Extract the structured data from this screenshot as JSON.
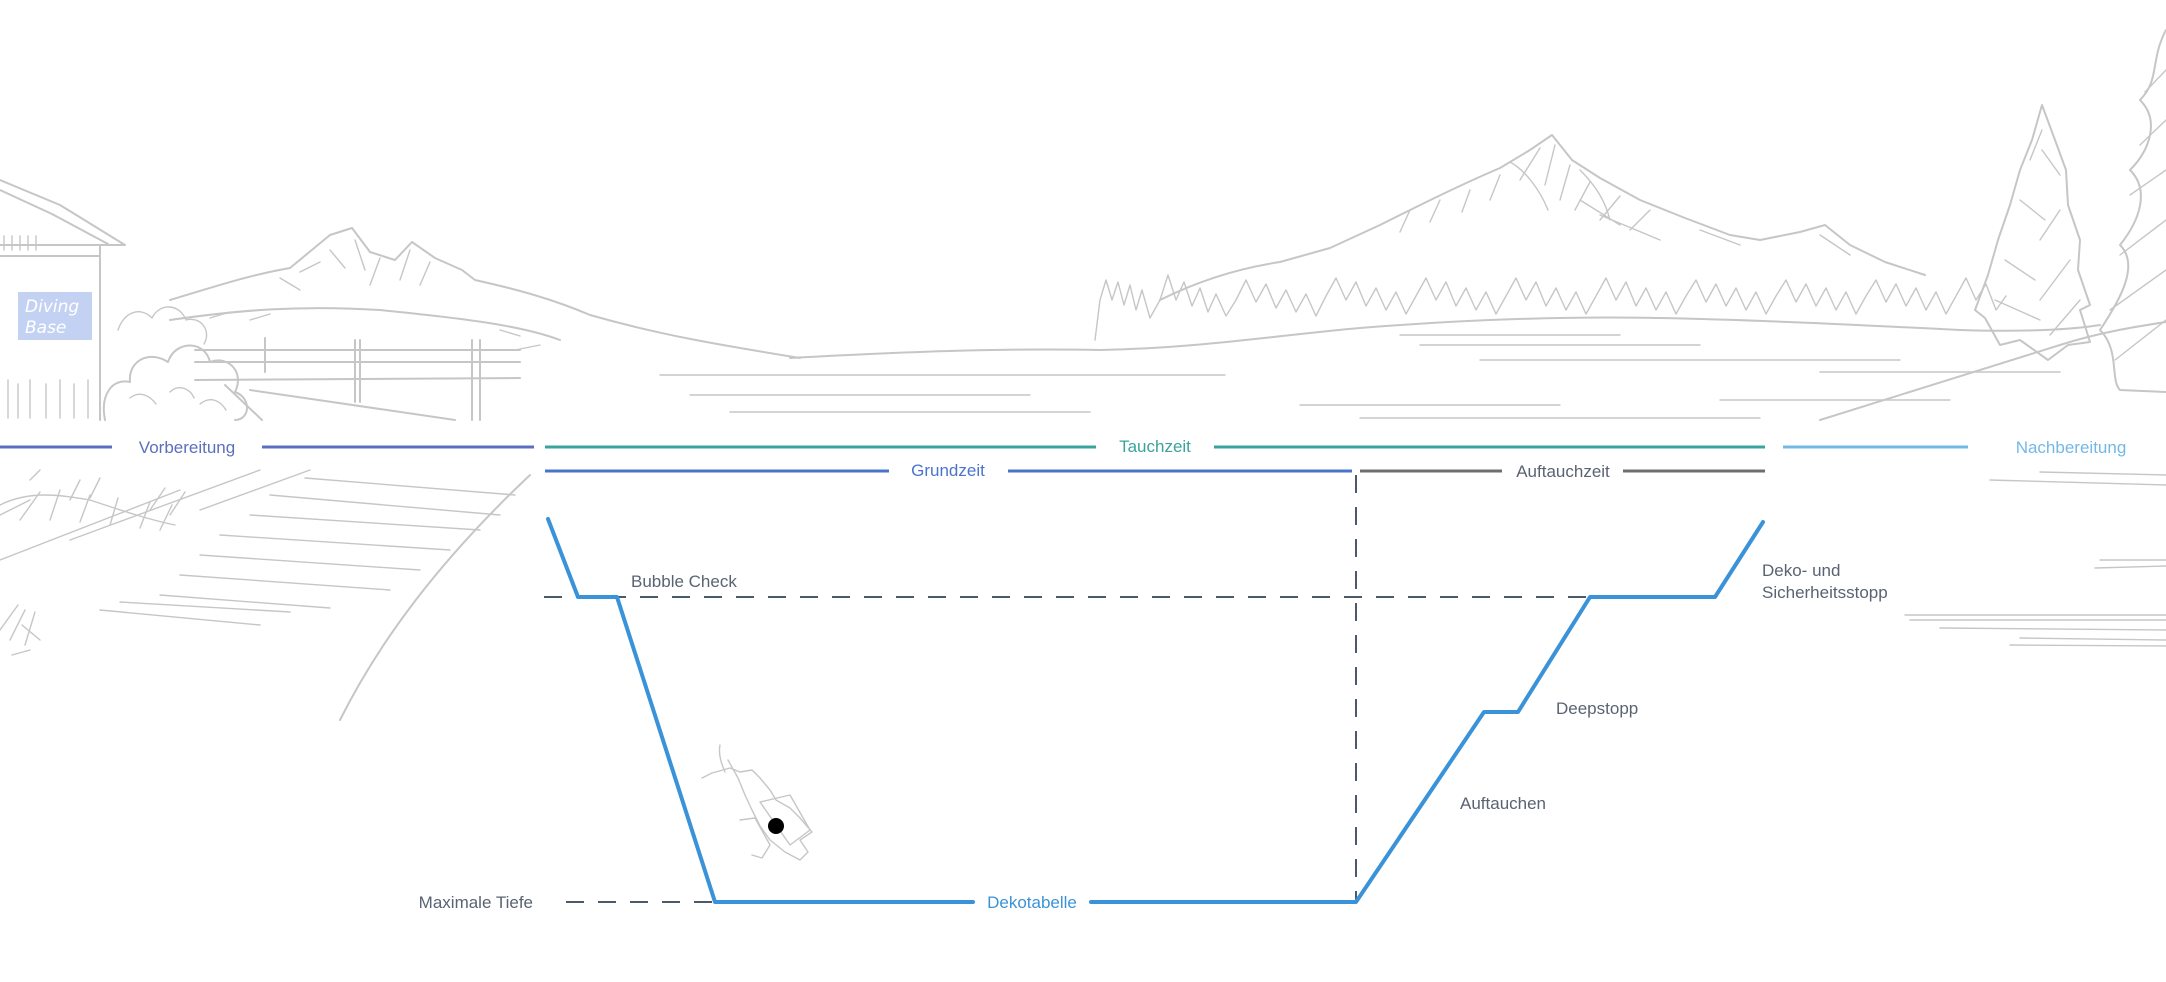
{
  "colors": {
    "sketch": "#c6c6c6",
    "preparation": "#5b6fbf",
    "dive_time": "#3aa39b",
    "bottom_time": "#4a74cc",
    "ascent_time": "#6e6e6e",
    "post_dive": "#74b8e6",
    "profile": "#3a93d8",
    "reference": "#4a5a6a",
    "text": "#5a6372",
    "base_badge": "#c3d2f2"
  },
  "icons": {
    "base_house": "house-sketch",
    "diver": "scuba-diver-sketch",
    "mountains": "mountain-range-sketch",
    "trees": "fir-trees-sketch",
    "fence": "fence-sketch"
  },
  "base_sign": {
    "line1": "Diving",
    "line2": "Base"
  },
  "phases": {
    "preparation": "Vorbereitung",
    "dive_time": "Tauchzeit",
    "bottom_time": "Grundzeit",
    "ascent_time": "Auftauchzeit",
    "post_dive": "Nachbereitung"
  },
  "profile": {
    "bubble_check": "Bubble Check",
    "max_depth": "Maximale Tiefe",
    "deco_table": "Dekotabelle",
    "ascent": "Auftauchen",
    "deep_stop": "Deepstopp",
    "safety_stop_line1": "Deko- und",
    "safety_stop_line2": "Sicherheitsstopp"
  }
}
